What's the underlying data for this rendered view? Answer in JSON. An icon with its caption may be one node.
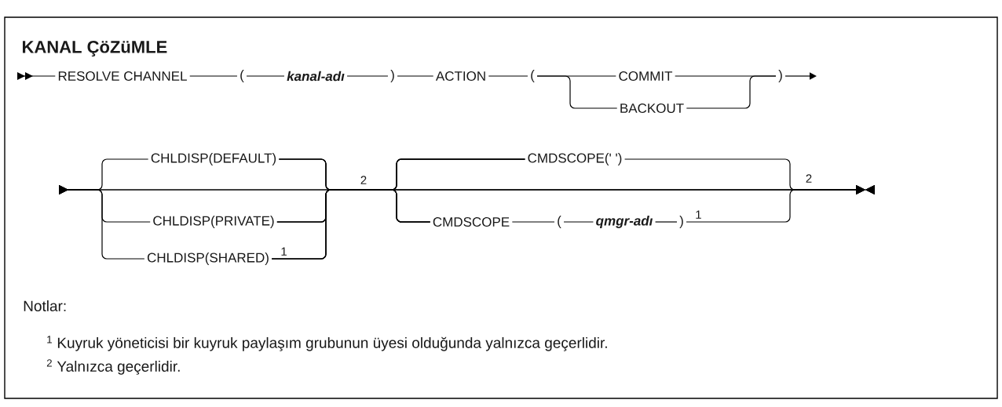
{
  "diagram": {
    "title": "KANAL ÇöZüMLE",
    "nodes": [
      {
        "text": [
          "RESOLVE CHANNEL"
        ]
      },
      {
        "text": [
          "("
        ]
      },
      {
        "text": [
          "kanal-adı"
        ]
      },
      {
        "text": [
          ")"
        ]
      },
      {
        "text": [
          "ACTION"
        ]
      },
      {
        "text": [
          "("
        ]
      },
      {
        "text": [
          "COMMIT"
        ]
      },
      {
        "text": [
          "BACKOUT"
        ]
      },
      {
        "text": [
          ")"
        ]
      },
      {
        "text": [
          "CHLDISP(DEFAULT)"
        ]
      },
      {
        "text": [
          "CHLDISP(PRIVATE)"
        ]
      },
      {
        "text": [
          "CHLDISP(SHARED)"
        ],
        "beside": [
          "1"
        ]
      },
      {
        "text": [
          "CMDSCOPE(' ')"
        ]
      },
      {
        "text": [
          "CMDSCOPE"
        ]
      },
      {
        "text": [
          "("
        ]
      },
      {
        "text": [
          "qmgr-adı"
        ]
      },
      {
        "text": [
          ")"
        ],
        "beside": [
          "1"
        ]
      }
    ],
    "edges": [
      {
        "from": null,
        "to": 0,
        "arrow": "to"
      },
      {
        "from": 0,
        "to": 1,
        "arrow": "none"
      },
      {
        "from": 1,
        "to": 2,
        "arrow": "none"
      },
      {
        "from": 2,
        "to": 3,
        "arrow": "none"
      },
      {
        "from": 3,
        "to": 4,
        "arrow": "none"
      },
      {
        "from": 4,
        "to": 5,
        "arrow": "none"
      },
      {
        "from": 5,
        "to": 6,
        "arrow": "none"
      },
      {
        "from": 5,
        "to": 7,
        "arrow": "none"
      },
      {
        "from": 6,
        "to": 8,
        "arrow": "none"
      },
      {
        "from": 7,
        "to": 8,
        "arrow": "none"
      },
      {
        "from": 8,
        "to": null,
        "arrow": "to"
      },
      {
        "from": null,
        "to": 9,
        "arrow": "to"
      },
      {
        "from": null,
        "to": 10,
        "arrow": "to"
      },
      {
        "from": null,
        "to": 11,
        "arrow": "to"
      },
      {
        "from": null,
        "to": 12,
        "arrow": "to"
      },
      {
        "from": null,
        "to": 13,
        "arrow": "to"
      },
      {
        "from": 9,
        "to": 12,
        "arrow": "none"
      },
      {
        "from": 9,
        "to": 13,
        "arrow": "none"
      },
      {
        "from": 10,
        "to": 12,
        "arrow": "none"
      },
      {
        "from": 10,
        "to": 13,
        "arrow": "none"
      },
      {
        "from": 11,
        "to": 12,
        "arrow": "none"
      },
      {
        "from": 11,
        "to": 13,
        "arrow": "none"
      },
      {
        "from": 9,
        "to": null,
        "arrow": "to"
      },
      {
        "from": 10,
        "to": null,
        "arrow": "to"
      },
      {
        "from": 11,
        "to": null,
        "arrow": "to"
      },
      {
        "from": 13,
        "to": 14,
        "arrow": "none"
      },
      {
        "from": 14,
        "to": 15,
        "arrow": "none"
      },
      {
        "from": 15,
        "to": 16,
        "arrow": "none"
      },
      {
        "from": 12,
        "to": null,
        "arrow": "to"
      },
      {
        "from": 16,
        "to": null,
        "arrow": "to"
      }
    ],
    "labels": [
      "2",
      "2",
      "Notlar:",
      "$^{1}$ Kuyruk yöneticisi bir kuyruk paylaşım grubunun üyesi olduğunda yalnızca geçerlidir.",
      "$^{2}$ Yalnızca geçerlidir."
    ]
  }
}
